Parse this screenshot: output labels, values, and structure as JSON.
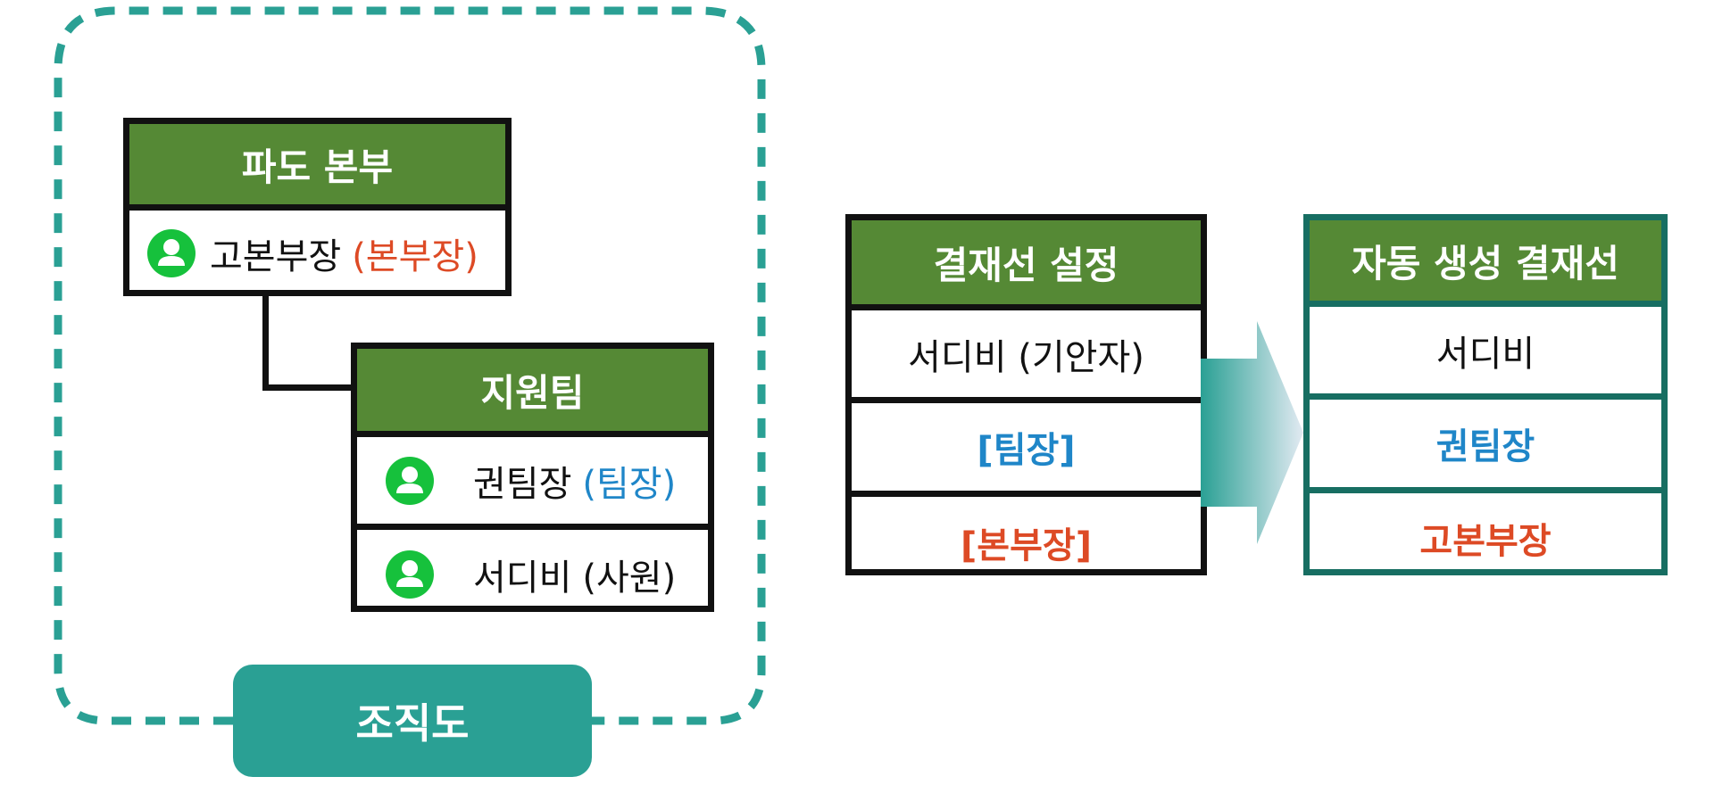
{
  "org_chart": {
    "label": "조직도",
    "hq": {
      "title": "파도 본부",
      "member": {
        "name": "고본부장",
        "role": "(본부장)"
      }
    },
    "team": {
      "title": "지원팀",
      "members": [
        {
          "name": "권팀장",
          "role": "(팀장)"
        },
        {
          "name": "서디비",
          "role": "(사원)"
        }
      ]
    }
  },
  "approval_setting": {
    "title": "결재선 설정",
    "rows": [
      "서디비 (기안자)",
      "[팀장]",
      "[본부장]"
    ]
  },
  "auto_approval": {
    "title": "자동 생성 결재선",
    "rows": [
      "서디비",
      "권팀장",
      "고본부장"
    ]
  },
  "colors": {
    "header_green": "#558935",
    "teal": "#2aa094",
    "dark_teal": "#176e62",
    "person_green": "#16c13c",
    "red": "#dd4a25",
    "blue": "#1f86c8"
  },
  "icons": [
    "user-icon",
    "arrow-right-icon"
  ]
}
